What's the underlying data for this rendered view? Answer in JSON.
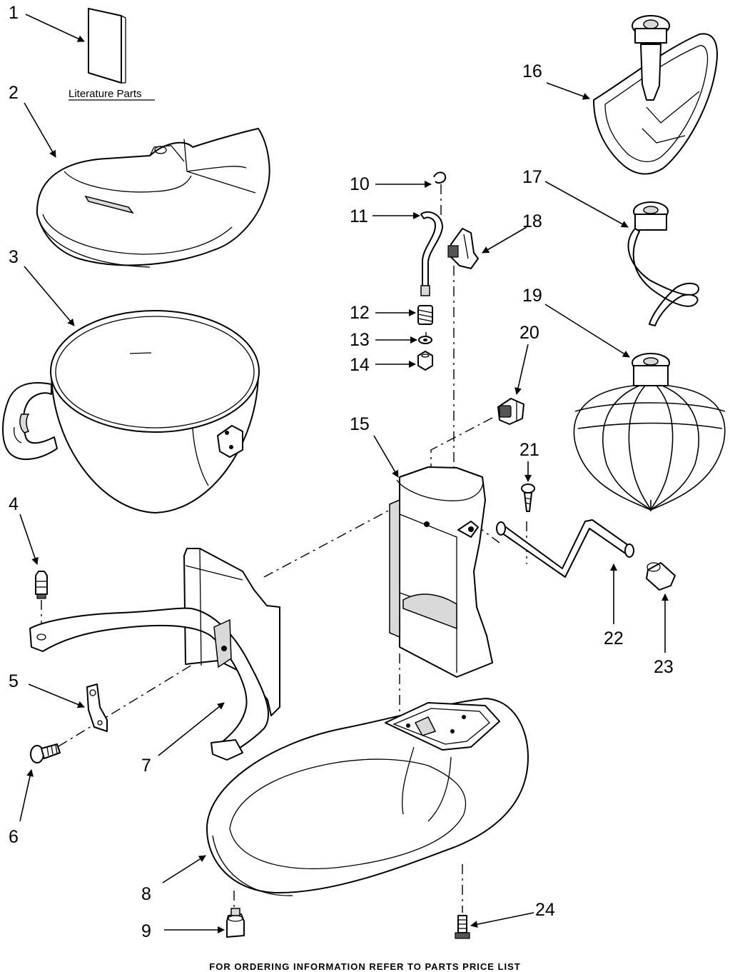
{
  "literature_label": "Literature Parts",
  "callouts": [
    "1",
    "2",
    "3",
    "4",
    "5",
    "6",
    "7",
    "8",
    "9",
    "10",
    "11",
    "12",
    "13",
    "14",
    "15",
    "16",
    "17",
    "18",
    "19",
    "20",
    "21",
    "22",
    "23",
    "24"
  ],
  "footer": "FOR ORDERING INFORMATION REFER TO PARTS PRICE LIST"
}
